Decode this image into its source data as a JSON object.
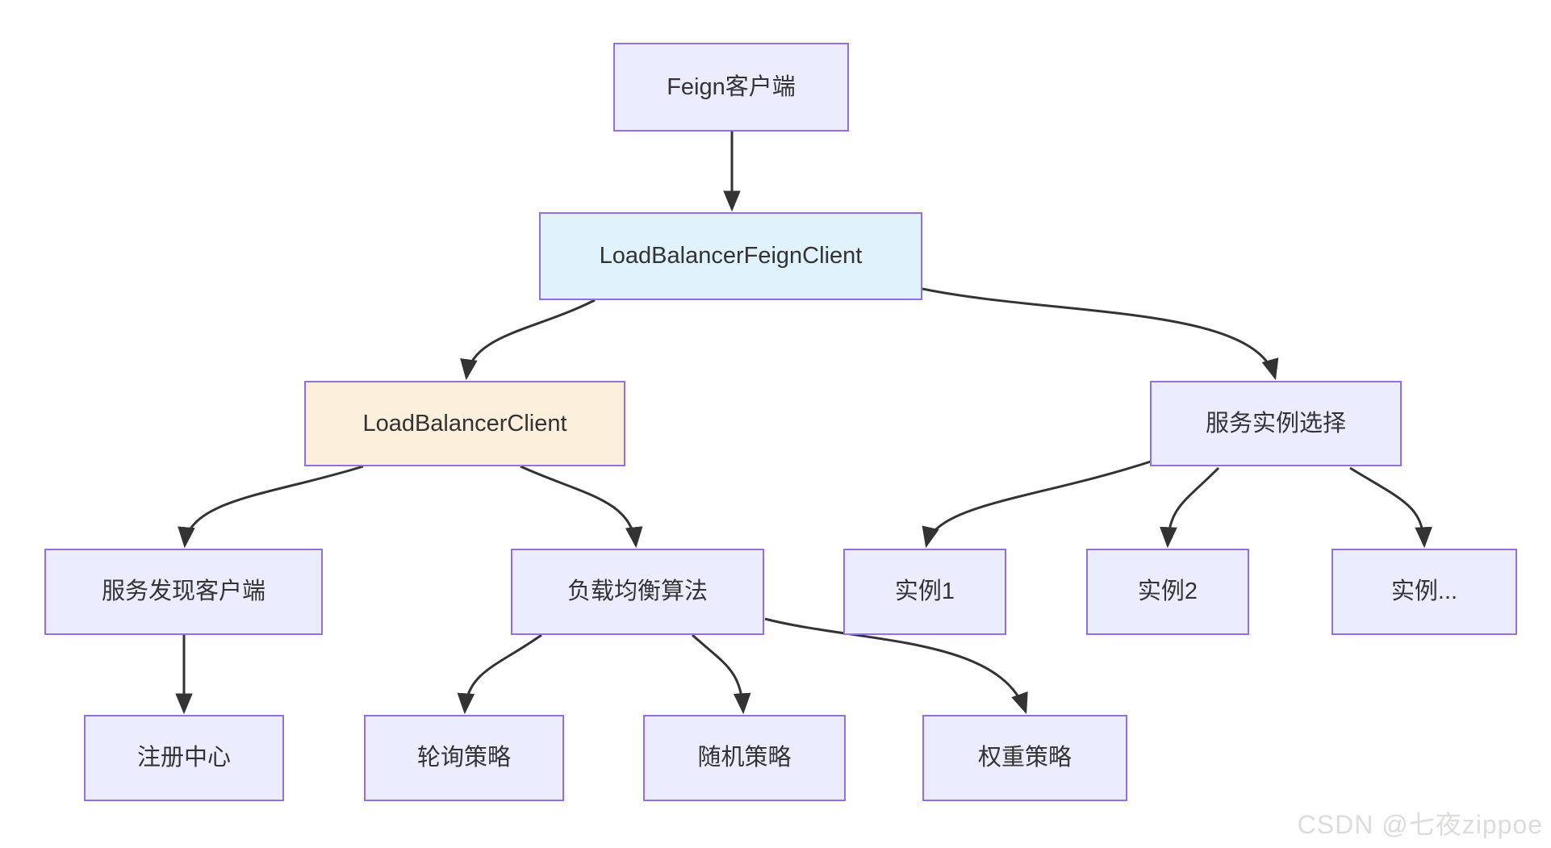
{
  "diagram": {
    "type": "flowchart-top-down",
    "nodes": {
      "feign_client": {
        "label": "Feign客户端"
      },
      "lb_feign_client": {
        "label": "LoadBalancerFeignClient"
      },
      "lb_client": {
        "label": "LoadBalancerClient"
      },
      "service_instance_select": {
        "label": "服务实例选择"
      },
      "service_discovery_client": {
        "label": "服务发现客户端"
      },
      "lb_algorithm": {
        "label": "负载均衡算法"
      },
      "instance_1": {
        "label": "实例1"
      },
      "instance_2": {
        "label": "实例2"
      },
      "instance_more": {
        "label": "实例..."
      },
      "registry_center": {
        "label": "注册中心"
      },
      "round_robin_strategy": {
        "label": "轮询策略"
      },
      "random_strategy": {
        "label": "随机策略"
      },
      "weight_strategy": {
        "label": "权重策略"
      }
    },
    "edges": [
      {
        "from": "feign_client",
        "to": "lb_feign_client"
      },
      {
        "from": "lb_feign_client",
        "to": "lb_client"
      },
      {
        "from": "lb_feign_client",
        "to": "service_instance_select"
      },
      {
        "from": "lb_client",
        "to": "service_discovery_client"
      },
      {
        "from": "lb_client",
        "to": "lb_algorithm"
      },
      {
        "from": "service_discovery_client",
        "to": "registry_center"
      },
      {
        "from": "lb_algorithm",
        "to": "round_robin_strategy"
      },
      {
        "from": "lb_algorithm",
        "to": "random_strategy"
      },
      {
        "from": "lb_algorithm",
        "to": "weight_strategy"
      },
      {
        "from": "service_instance_select",
        "to": "instance_1"
      },
      {
        "from": "service_instance_select",
        "to": "instance_2"
      },
      {
        "from": "service_instance_select",
        "to": "instance_more"
      }
    ],
    "colors": {
      "node_fill_default": "#ECECFF",
      "node_fill_blue": "#E0F2FB",
      "node_fill_cream": "#FCF0DC",
      "node_border": "#9370DB",
      "edge_stroke": "#333333",
      "text": "#333333",
      "watermark_text": "#dcdcda"
    }
  },
  "watermark": {
    "text": "CSDN @七夜zippoe"
  }
}
